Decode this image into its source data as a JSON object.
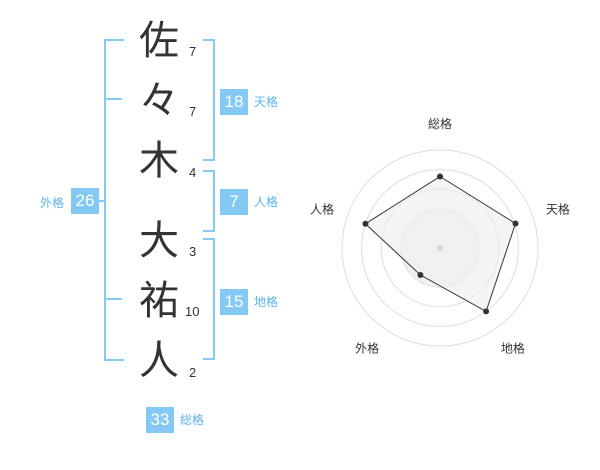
{
  "name": {
    "chars": [
      "佐",
      "々",
      "木",
      "大",
      "祐",
      "人"
    ],
    "strokes": [
      "7",
      "7",
      "4",
      "3",
      "10",
      "2"
    ]
  },
  "fortunes": {
    "tenkaku": {
      "value": "18",
      "label": "天格"
    },
    "jinkaku": {
      "value": "7",
      "label": "人格"
    },
    "chikaku": {
      "value": "15",
      "label": "地格"
    },
    "gaikaku": {
      "value": "26",
      "label": "外格"
    },
    "soukaku": {
      "value": "33",
      "label": "総格"
    }
  },
  "chart_data": {
    "type": "radar",
    "axes": [
      "総格",
      "天格",
      "地格",
      "外格",
      "人格"
    ],
    "values": [
      0.73,
      0.81,
      0.8,
      0.34,
      0.8
    ],
    "range": [
      0,
      1
    ],
    "grid": true,
    "colors": {
      "fill": "#eeeeee",
      "line": "#333333",
      "grid": "#dddddd",
      "center": "#bbbbbb"
    }
  }
}
